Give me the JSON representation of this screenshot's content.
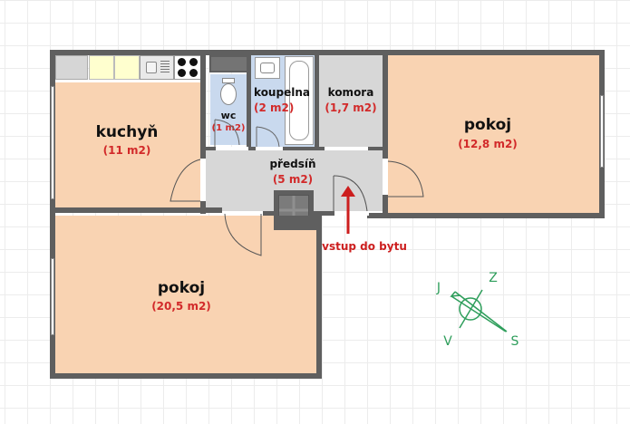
{
  "plan": {
    "rooms": [
      {
        "id": "kuchyn",
        "name": "kuchyň",
        "area": "(11 m2)"
      },
      {
        "id": "wc",
        "name": "wc",
        "area": "(1 m2)"
      },
      {
        "id": "koupelna",
        "name": "koupelna",
        "area": "(2 m2)"
      },
      {
        "id": "komora",
        "name": "komora",
        "area": "(1,7 m2)"
      },
      {
        "id": "pokoj-small",
        "name": "pokoj",
        "area": "(12,8 m2)"
      },
      {
        "id": "predsin",
        "name": "předsíň",
        "area": "(5 m2)"
      },
      {
        "id": "pokoj-large",
        "name": "pokoj",
        "area": "(20,5 m2)"
      }
    ],
    "entrance": {
      "label": "vstup do bytu",
      "icon": "arrow-up-icon"
    },
    "compass": {
      "north": "S",
      "south": "J",
      "east": "V",
      "west": "Z",
      "icon": "compass-icon"
    },
    "colors": {
      "wall": "#5f5f5f",
      "living": "#f9d3b2",
      "wet": "#c9d9ee",
      "service": "#d7d7d7",
      "label_area": "#d22a2a",
      "entrance_arrow": "#cc1e1e",
      "compass": "#2e9e5b"
    }
  }
}
